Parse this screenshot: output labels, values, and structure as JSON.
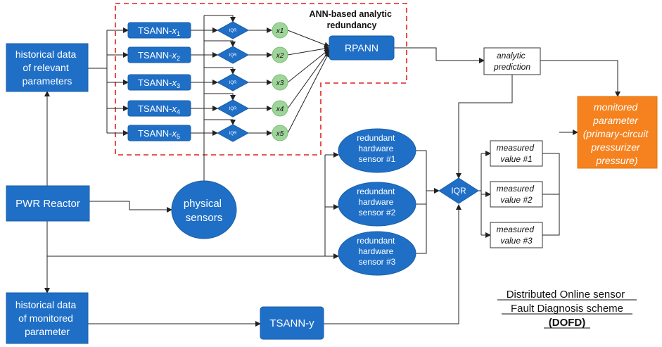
{
  "title": {
    "ann_region": [
      "ANN-based analytic",
      "redundancy"
    ],
    "dofd_line1": "Distributed Online sensor",
    "dofd_line2": "Fault Diagnosis scheme",
    "dofd_line3": "(DOFD)"
  },
  "nodes": {
    "hist_relevant": [
      "historical data",
      "of relevant",
      "parameters"
    ],
    "pwr_reactor": "PWR Reactor",
    "hist_monitored": [
      "historical data",
      "of monitored",
      "parameter"
    ],
    "tsann": [
      "TSANN-x1",
      "TSANN-x2",
      "TSANN-x3",
      "TSANN-x4",
      "TSANN-x5"
    ],
    "tsann_sub": [
      "1",
      "2",
      "3",
      "4",
      "5"
    ],
    "tsann_prefix": "TSANN-",
    "tsann_var": "x",
    "tsann_y": "TSANN-y",
    "iqr_label": "IQR",
    "x_circles": [
      "x1",
      "x2",
      "x3",
      "x4",
      "x5"
    ],
    "rpann": "RPANN",
    "physical_sensors": [
      "physical",
      "sensors"
    ],
    "redundant": [
      [
        "redundant",
        "hardware",
        "sensor #1"
      ],
      [
        "redundant",
        "hardware",
        "sensor #2"
      ],
      [
        "redundant",
        "hardware",
        "sensor #3"
      ]
    ],
    "analytic_prediction": [
      "analytic",
      "prediction"
    ],
    "measured": [
      [
        "measured",
        "value #1"
      ],
      [
        "measured",
        "value #2"
      ],
      [
        "measured",
        "value #3"
      ]
    ],
    "monitored_param": [
      "monitored",
      "parameter",
      "(primary-circuit",
      "pressurizer",
      "pressure)"
    ]
  },
  "colors": {
    "node_blue": "#1f6fc7",
    "accent_orange": "#f5821f",
    "circle_green": "#9fd49a",
    "dashed_red": "#e02020"
  }
}
